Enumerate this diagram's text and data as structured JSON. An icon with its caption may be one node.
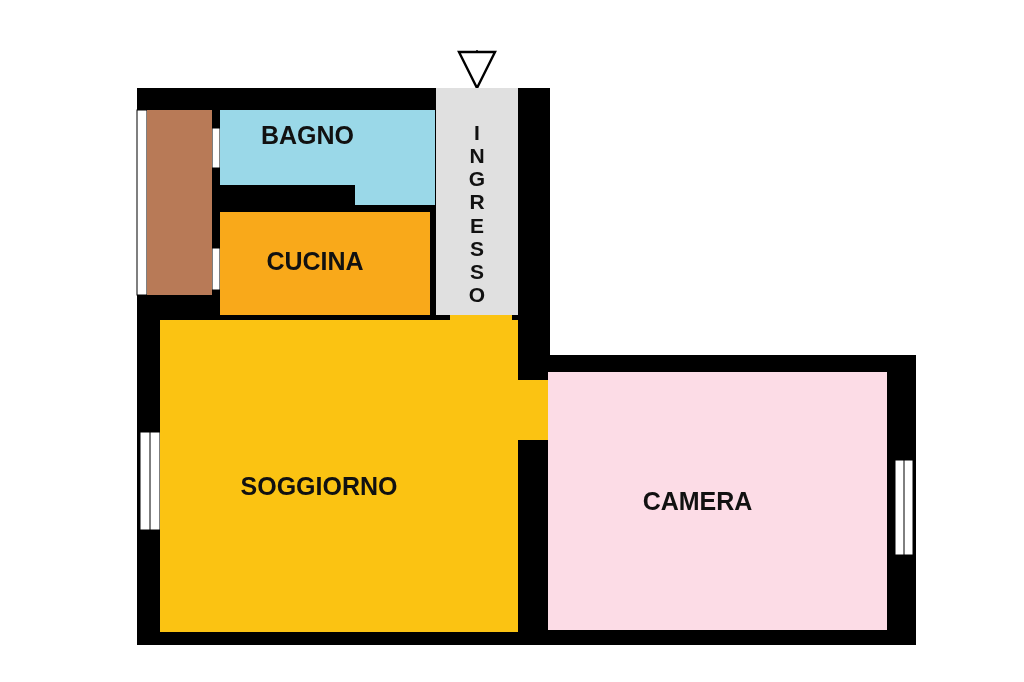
{
  "diagram": {
    "nodes": [
      {
        "text": [],
        "shape": "box"
      },
      {
        "text": [
          "BAGNO"
        ]
      },
      {
        "text": [
          "CUCINA"
        ]
      },
      {
        "text": [
          "INGRESSO"
        ]
      },
      {
        "text": [
          "SOGGIORNO"
        ]
      },
      {
        "text": [
          "CAMERA"
        ]
      }
    ],
    "edges": [
      {
        "from": null,
        "to": 3,
        "arrow": "to"
      }
    ]
  }
}
